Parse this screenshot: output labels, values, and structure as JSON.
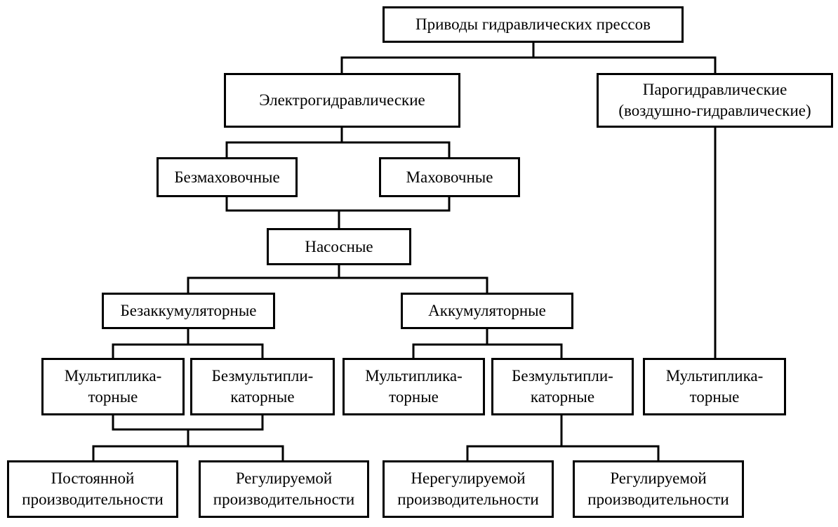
{
  "diagram": {
    "root": {
      "line1": "Приводы гидравлических прессов"
    },
    "electro": {
      "line1": "Электрогидравлические"
    },
    "steam": {
      "line1": "Парогидравлические",
      "line2": "(воздушно-гидравлические)"
    },
    "no_flywheel": {
      "line1": "Безмаховочные"
    },
    "flywheel": {
      "line1": "Маховочные"
    },
    "pump": {
      "line1": "Насосные"
    },
    "non_accum": {
      "line1": "Безаккумуляторные"
    },
    "accum": {
      "line1": "Аккумуляторные"
    },
    "na_mult": {
      "line1": "Мультиплика-",
      "line2": "торные"
    },
    "na_nomult": {
      "line1": "Безмультипли-",
      "line2": "каторные"
    },
    "ac_mult": {
      "line1": "Мультиплика-",
      "line2": "торные"
    },
    "ac_nomult": {
      "line1": "Безмультипли-",
      "line2": "каторные"
    },
    "steam_mult": {
      "line1": "Мультиплика-",
      "line2": "торные"
    },
    "const_perf": {
      "line1": "Постоянной",
      "line2": "производительности"
    },
    "reg_perf_1": {
      "line1": "Регулируемой",
      "line2": "производительности"
    },
    "unreg_perf": {
      "line1": "Нерегулируемой",
      "line2": "производительности"
    },
    "reg_perf_2": {
      "line1": "Регулируемой",
      "line2": "производительности"
    }
  }
}
